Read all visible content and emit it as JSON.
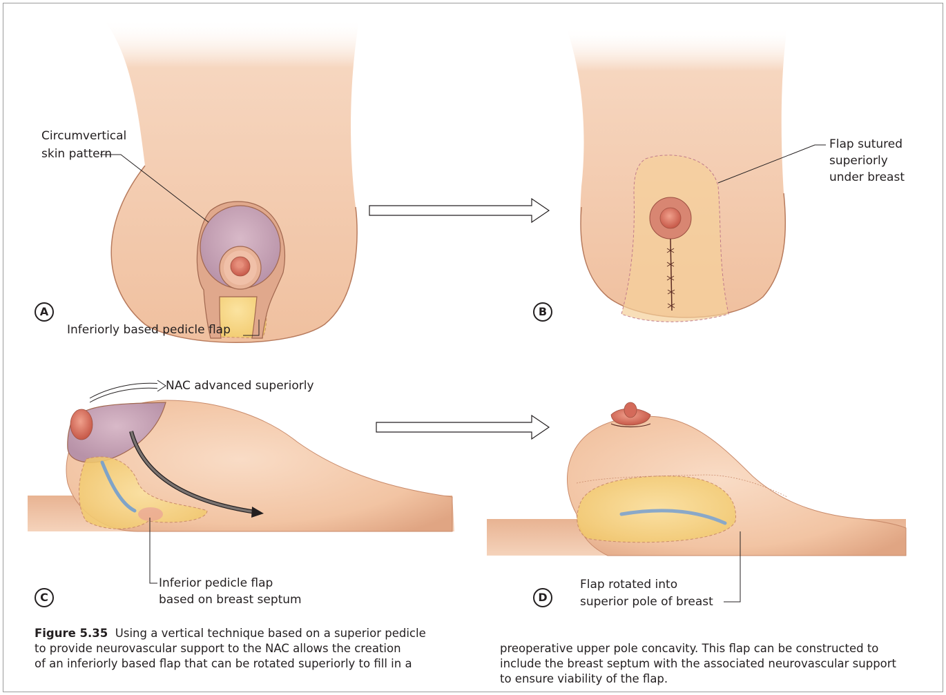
{
  "panels": {
    "a": {
      "letter": "A",
      "label_pattern_1": "Circumvertical",
      "label_pattern_2": "skin pattern",
      "label_pedicle": "Inferiorly based pedicle flap"
    },
    "b": {
      "letter": "B",
      "label_flap_1": "Flap sutured",
      "label_flap_2": "superiorly",
      "label_flap_3": "under breast"
    },
    "c": {
      "letter": "C",
      "label_nac": "NAC advanced superiorly",
      "label_pedicle_1": "Inferior pedicle flap",
      "label_pedicle_2": "based on breast septum"
    },
    "d": {
      "letter": "D",
      "label_rot_1": "Flap rotated into",
      "label_rot_2": "superior pole of breast"
    }
  },
  "caption": {
    "figure_number": "Figure 5.35",
    "left_line_1": "Using a vertical technique based on a superior pedicle",
    "left_line_2": "to provide neurovascular support to the NAC allows the creation",
    "left_line_3": "of an inferiorly based flap that can be rotated superiorly to fill in a",
    "right_line_1": "preoperative upper pole concavity. This flap can be constructed to",
    "right_line_2": "include the breast septum with the associated neurovascular support",
    "right_line_3": "to ensure viability of the flap."
  },
  "colors": {
    "skin": "#f2c7a6",
    "skin_shadow": "#d99a78",
    "areola": "#d46a5a",
    "pattern_purple": "#c9a6b8",
    "flap_yellow": "#f5d77f",
    "septum_blue": "#7fa3c8",
    "text": "#231f20"
  },
  "icons": [
    "arrow-right-icon",
    "curved-arrow-icon"
  ]
}
